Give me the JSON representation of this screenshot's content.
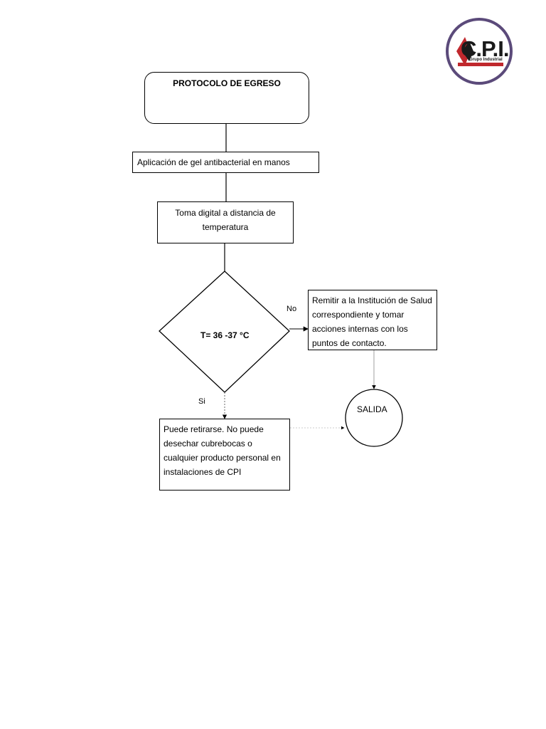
{
  "logo": {
    "text": "C.P.I.",
    "subtext": "Grupo Industrial",
    "colors": {
      "ring": "#5b4a7a",
      "red": "#c0282d",
      "dark": "#1a1a1a"
    }
  },
  "diagram": {
    "start": "PROTOCOLO DE EGRESO",
    "step_gel": "Aplicación de gel antibacterial en manos",
    "step_temp": "Toma digital a distancia  de temperatura",
    "decision": "T= 36 -37 °C",
    "branch_no": "No",
    "branch_si": "Si",
    "action_no": "Remitir a la Institución de Salud correspondiente y tomar acciones internas con los puntos de contacto.",
    "action_si": "Puede retirarse. No puede desechar cubrebocas o cualquier producto personal en instalaciones de CPI",
    "end": "SALIDA"
  }
}
